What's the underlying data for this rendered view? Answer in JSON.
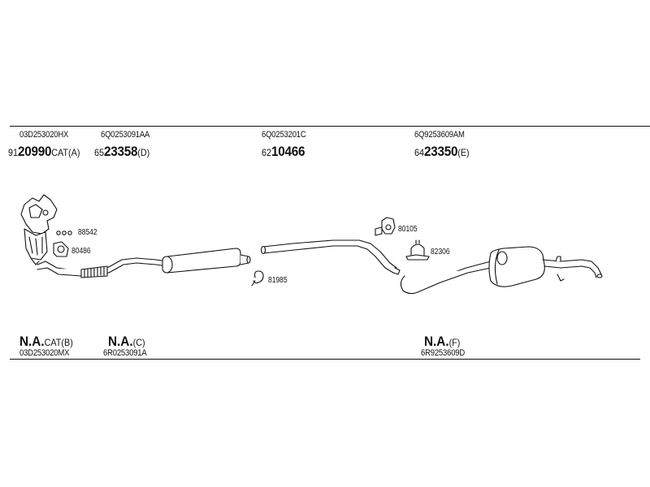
{
  "top_row": {
    "part_codes": [
      "03D253020HX",
      "6Q0253091AA",
      "6Q0253201C",
      "6Q9253609AM"
    ],
    "numbers": [
      {
        "prefix": "91",
        "bold": "20990",
        "suffix": "CAT(A)"
      },
      {
        "prefix": "65",
        "bold": "23358",
        "suffix": "(D)"
      },
      {
        "prefix": "62",
        "bold": "10466",
        "suffix": ""
      },
      {
        "prefix": "64",
        "bold": "23350",
        "suffix": "(E)"
      }
    ]
  },
  "small_parts": [
    "88542",
    "80486",
    "81985",
    "80105",
    "82306"
  ],
  "bottom_row": {
    "items": [
      {
        "bold": "N.A.",
        "suffix": "CAT(B)",
        "code": "03D253020MX"
      },
      {
        "bold": "N.A.",
        "suffix": "(C)",
        "code": "6R0253091A"
      },
      {
        "bold": "N.A.",
        "suffix": "(F)",
        "code": "6R9253609D"
      }
    ]
  }
}
